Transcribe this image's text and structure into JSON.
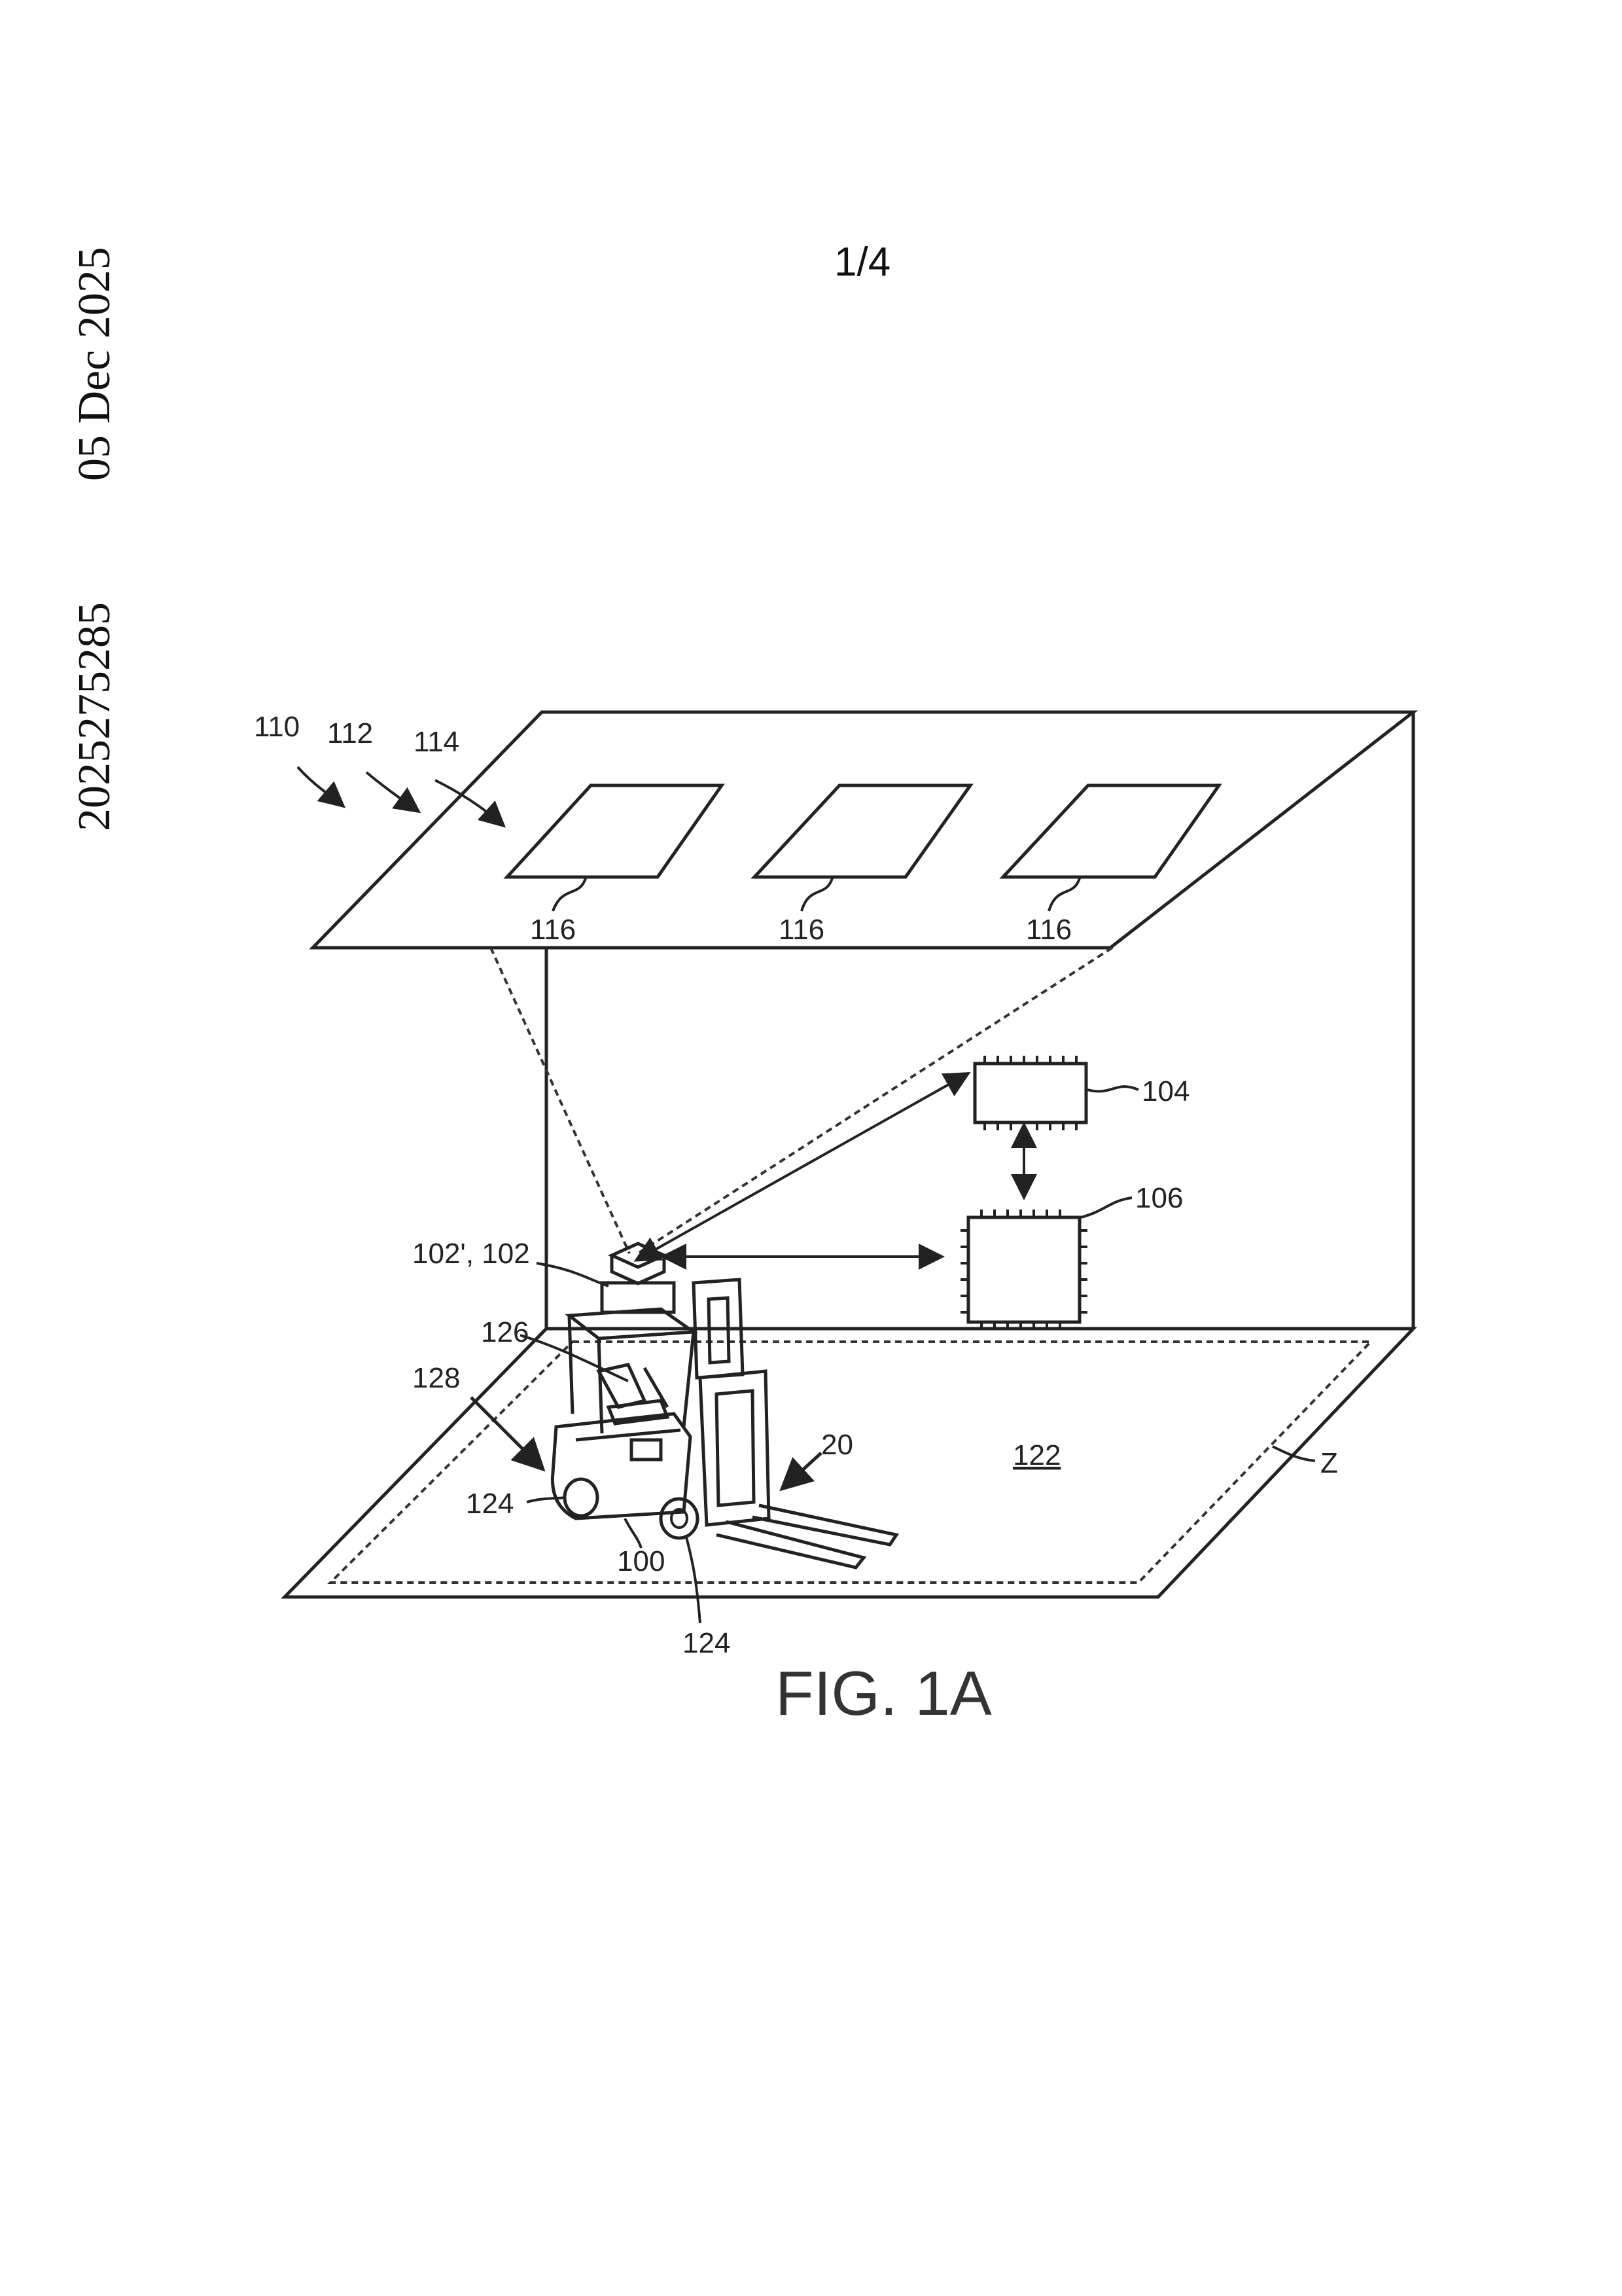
{
  "header": {
    "side_date": "05 Dec 2025",
    "side_number": "2025275285",
    "page_number": "1/4"
  },
  "figure": {
    "caption": "FIG. 1A",
    "labels": {
      "l110": "110",
      "l112": "112",
      "l114": "114",
      "l116a": "116",
      "l116b": "116",
      "l116c": "116",
      "l104": "104",
      "l106": "106",
      "l102": "102', 102",
      "l126": "126",
      "l128": "128",
      "l20": "20",
      "l122": "122",
      "lZ": "Z",
      "l124a": "124",
      "l124b": "124",
      "l100": "100"
    }
  }
}
